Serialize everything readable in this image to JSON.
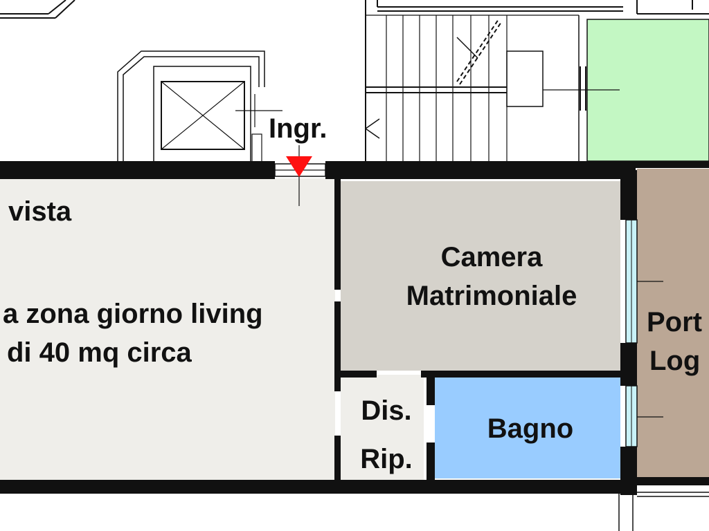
{
  "labels": {
    "entrance": "Ingr.",
    "living_line1": "vista",
    "living_line2": "a zona giorno living",
    "living_line3": "di 40 mq circa",
    "bedroom_line1": "Camera",
    "bedroom_line2": "Matrimoniale",
    "hall_line1": "Dis.",
    "hall_line2": "Rip.",
    "bathroom": "Bagno",
    "loggia_line1": "Port",
    "loggia_line2": "Log"
  },
  "colors": {
    "wall": "#111111",
    "living_floor": "#efeeea",
    "bedroom_floor": "#d5d2cb",
    "bathroom_floor": "#99ccff",
    "loggia_floor": "#bba795",
    "garden": "#c3f7c3",
    "window_glass": "#c9f2f7",
    "entrance_marker": "#ff1111"
  }
}
